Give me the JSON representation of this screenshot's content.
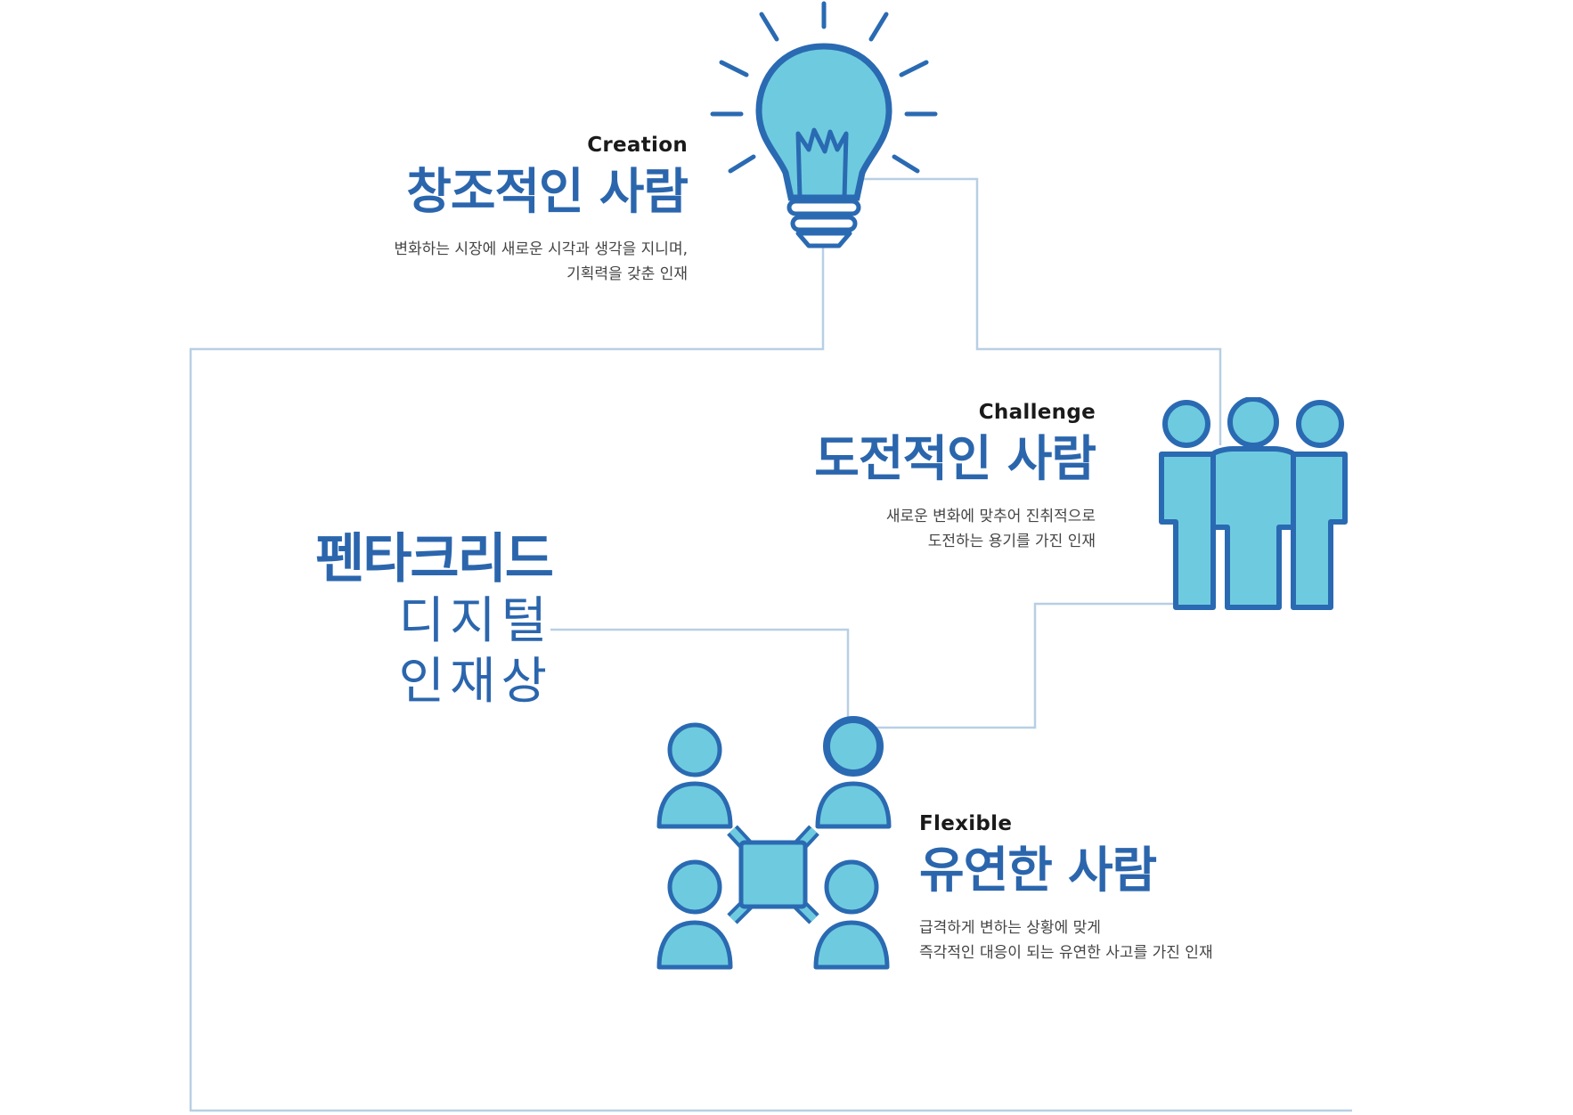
{
  "colors": {
    "accent_blue": "#2b66ad",
    "icon_fill": "#6ecbdf",
    "icon_stroke": "#2a6ab2",
    "connector_line": "#b8cfe4"
  },
  "brand": {
    "name": "펜타크리드",
    "sub_line1": "디지털",
    "sub_line2": "인재상"
  },
  "items": [
    {
      "icon": "lightbulb-icon",
      "english": "Creation",
      "title": "창조적인 사람",
      "desc_line1": "변화하는 시장에 새로운 시각과 생각을 지니며,",
      "desc_line2": "기획력을 갖춘 인재"
    },
    {
      "icon": "team-people-icon",
      "english": "Challenge",
      "title": "도전적인 사람",
      "desc_line1": "새로운 변화에 맞추어 진취적으로",
      "desc_line2": "도전하는 용기를 가진 인재"
    },
    {
      "icon": "network-people-icon",
      "english": "Flexible",
      "title": "유연한 사람",
      "desc_line1": "급격하게 변하는 상황에 맞게",
      "desc_line2": "즉각적인 대응이 되는 유연한 사고를 가진 인재"
    }
  ]
}
